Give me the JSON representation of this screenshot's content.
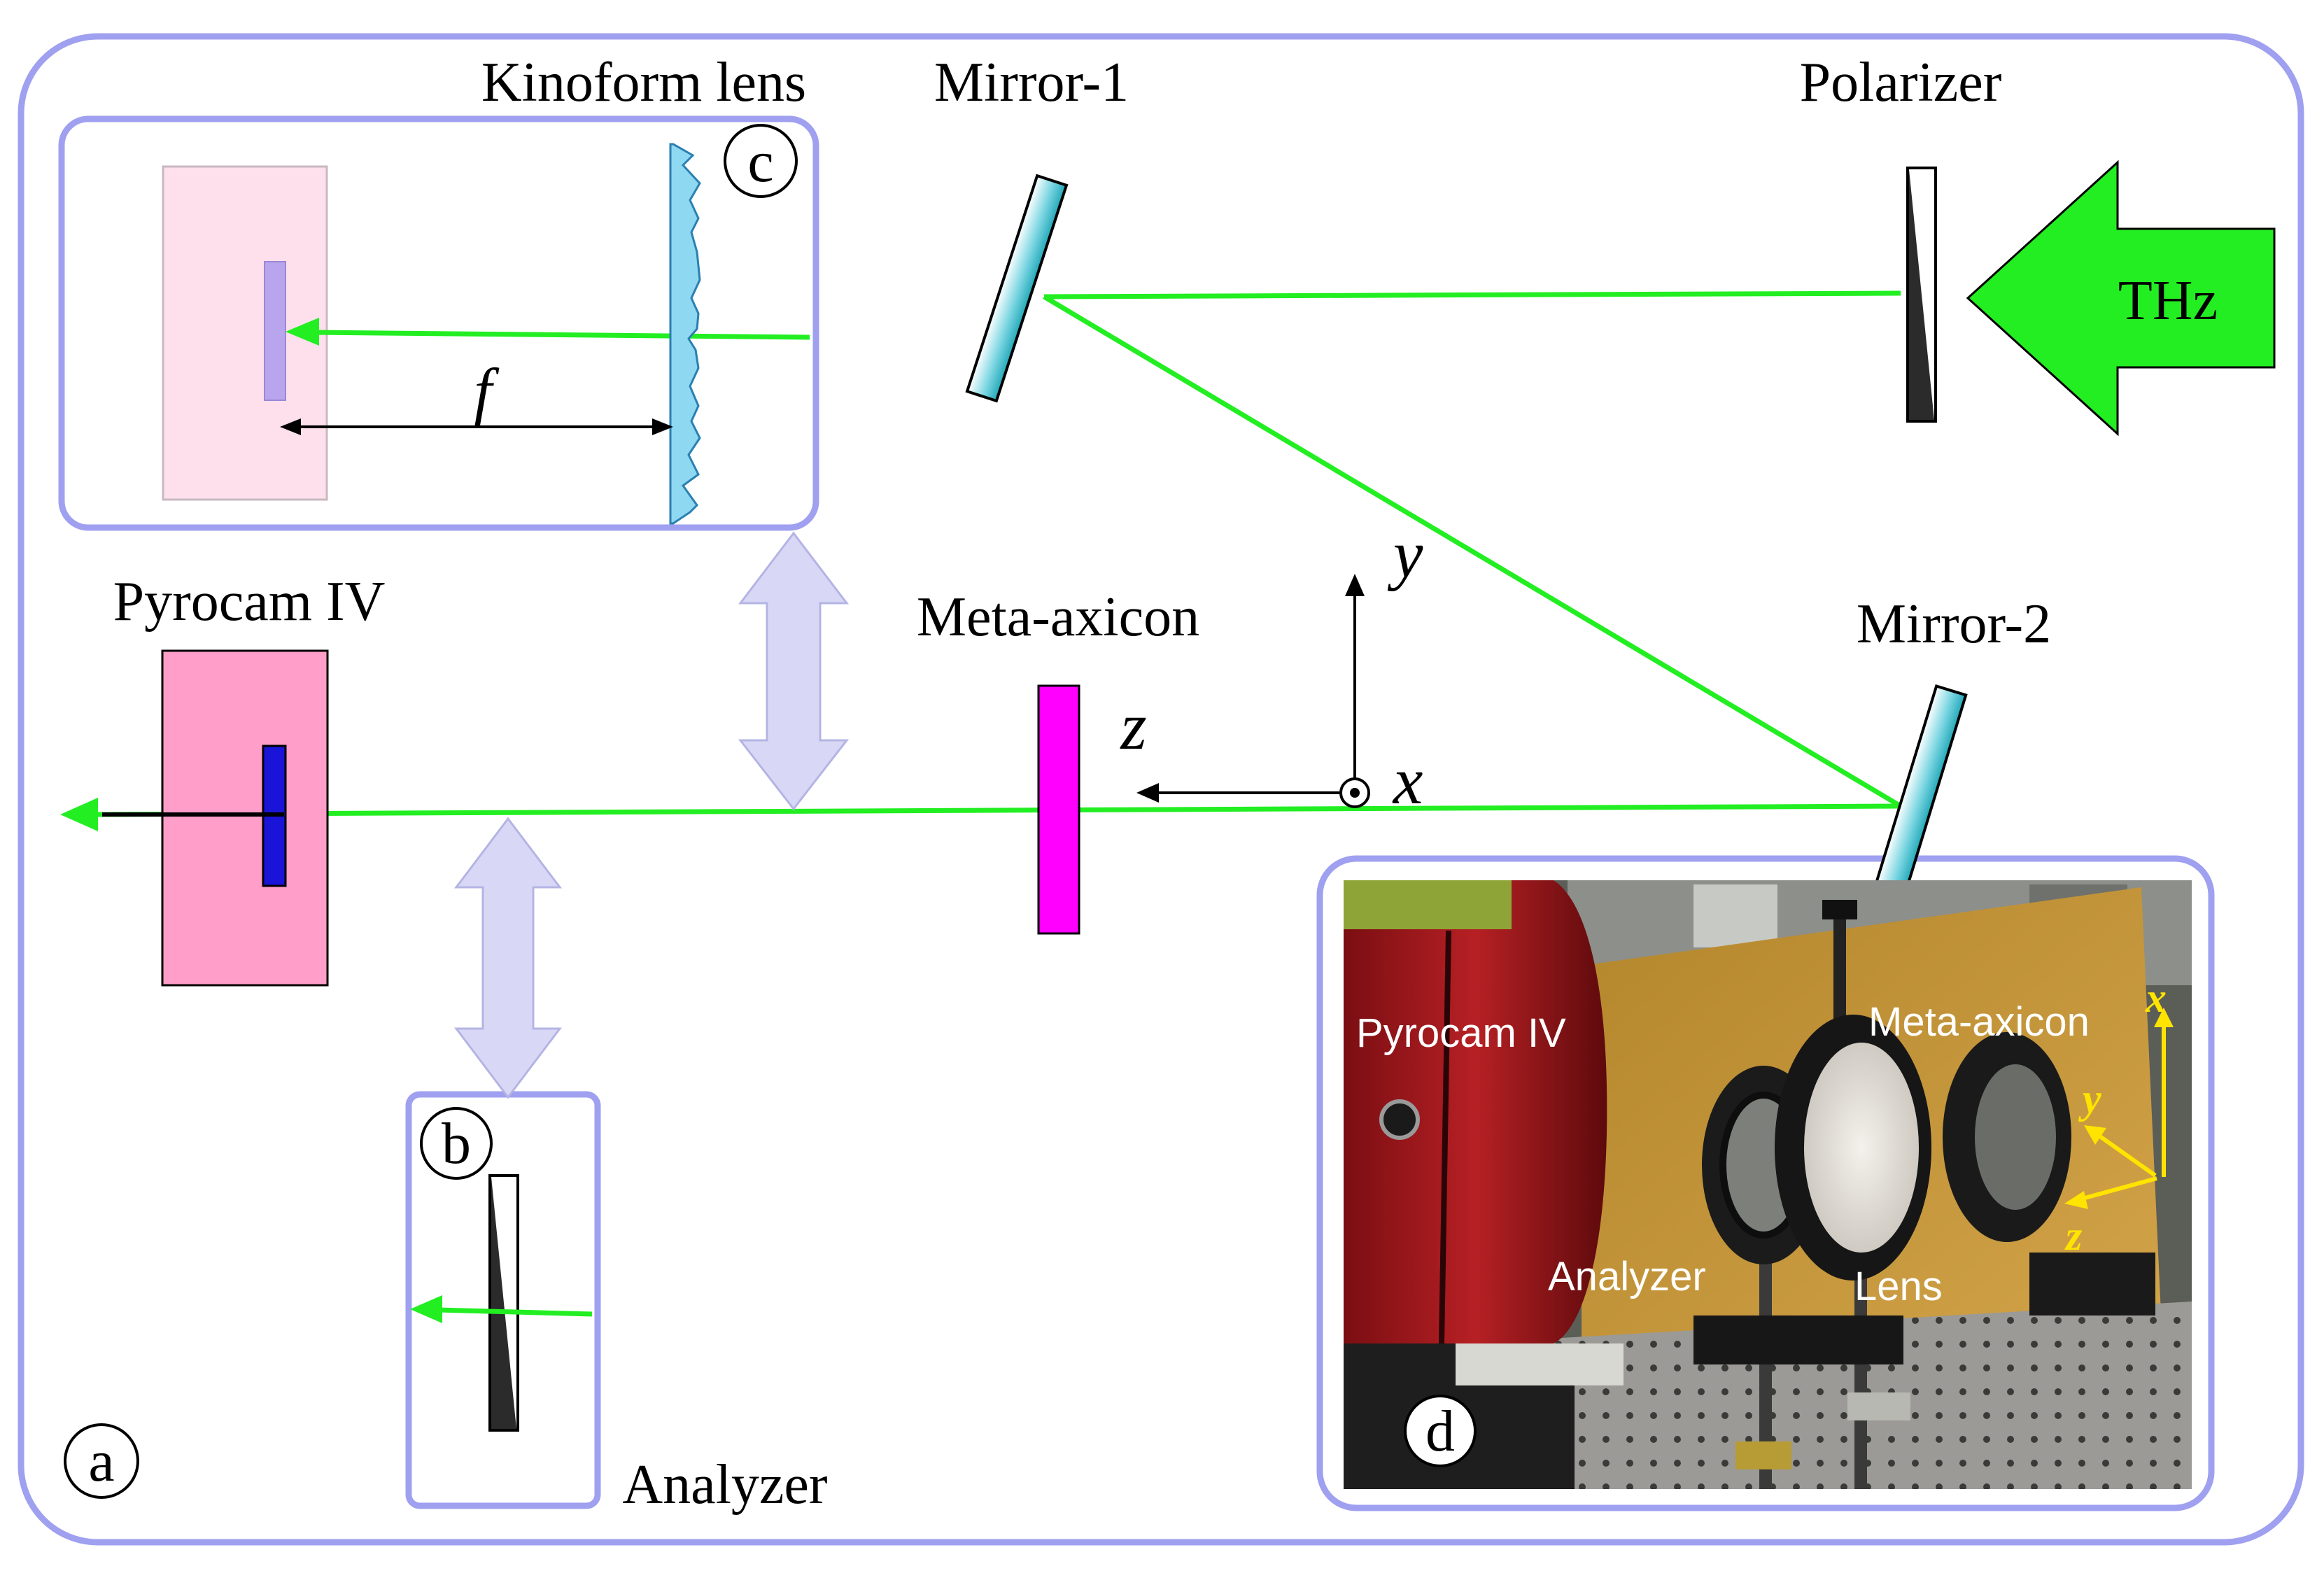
{
  "labels": {
    "kinoform_lens": "Kinoform lens",
    "mirror1": "Mirror-1",
    "polarizer": "Polarizer",
    "thz": "THz",
    "pyrocam": "Pyrocam IV",
    "meta_axicon": "Meta-axicon",
    "mirror2": "Mirror-2",
    "analyzer": "Analyzer",
    "focal_length": "f"
  },
  "axes": {
    "x": "x",
    "y": "y",
    "z": "z"
  },
  "panels": {
    "a": "a",
    "b": "b",
    "c": "c",
    "d": "d"
  },
  "photo": {
    "pyrocam": "Pyrocam IV",
    "meta_axicon": "Meta-axicon",
    "analyzer": "Analyzer",
    "lens": "Lens",
    "axis_x": "x",
    "axis_y": "y",
    "axis_z": "z"
  },
  "colors": {
    "frame": "#9fa0f0",
    "beam": "#22ee22",
    "thz_arrow": "#22ee22",
    "meta_axicon": "#ff00ff",
    "pyrocam_body": "#ff9ec8",
    "pyrocam_sensor": "#1a14d8",
    "mirror": "#40c0d0",
    "lens": "#8fd8f2",
    "double_arrow": "#d8d8f6",
    "photo_axes": "#ffe400"
  }
}
